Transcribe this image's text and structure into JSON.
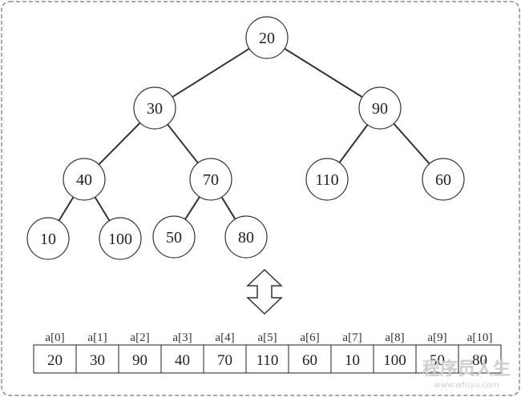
{
  "tree": {
    "nodes": [
      {
        "id": "n0",
        "label": "20"
      },
      {
        "id": "n1",
        "label": "30"
      },
      {
        "id": "n2",
        "label": "90"
      },
      {
        "id": "n3",
        "label": "40"
      },
      {
        "id": "n4",
        "label": "70"
      },
      {
        "id": "n5",
        "label": "110"
      },
      {
        "id": "n6",
        "label": "60"
      },
      {
        "id": "n7",
        "label": "10"
      },
      {
        "id": "n8",
        "label": "100"
      },
      {
        "id": "n9",
        "label": "50"
      },
      {
        "id": "n10",
        "label": "80"
      }
    ],
    "edges": [
      [
        "n0",
        "n1"
      ],
      [
        "n0",
        "n2"
      ],
      [
        "n1",
        "n3"
      ],
      [
        "n1",
        "n4"
      ],
      [
        "n2",
        "n5"
      ],
      [
        "n2",
        "n6"
      ],
      [
        "n3",
        "n7"
      ],
      [
        "n3",
        "n8"
      ],
      [
        "n4",
        "n9"
      ],
      [
        "n4",
        "n10"
      ]
    ]
  },
  "array": {
    "indices": [
      "a[0]",
      "a[1]",
      "a[2]",
      "a[3]",
      "a[4]",
      "a[5]",
      "a[6]",
      "a[7]",
      "a[8]",
      "a[9]",
      "a[10]"
    ],
    "values": [
      "20",
      "30",
      "90",
      "40",
      "70",
      "110",
      "60",
      "10",
      "100",
      "50",
      "80"
    ]
  },
  "watermark": {
    "text": "程序员人生",
    "url": "www.wfuyu.com"
  },
  "colors": {
    "stroke": "#333333",
    "border": "#555555",
    "watermark": "#cfcfcf"
  }
}
